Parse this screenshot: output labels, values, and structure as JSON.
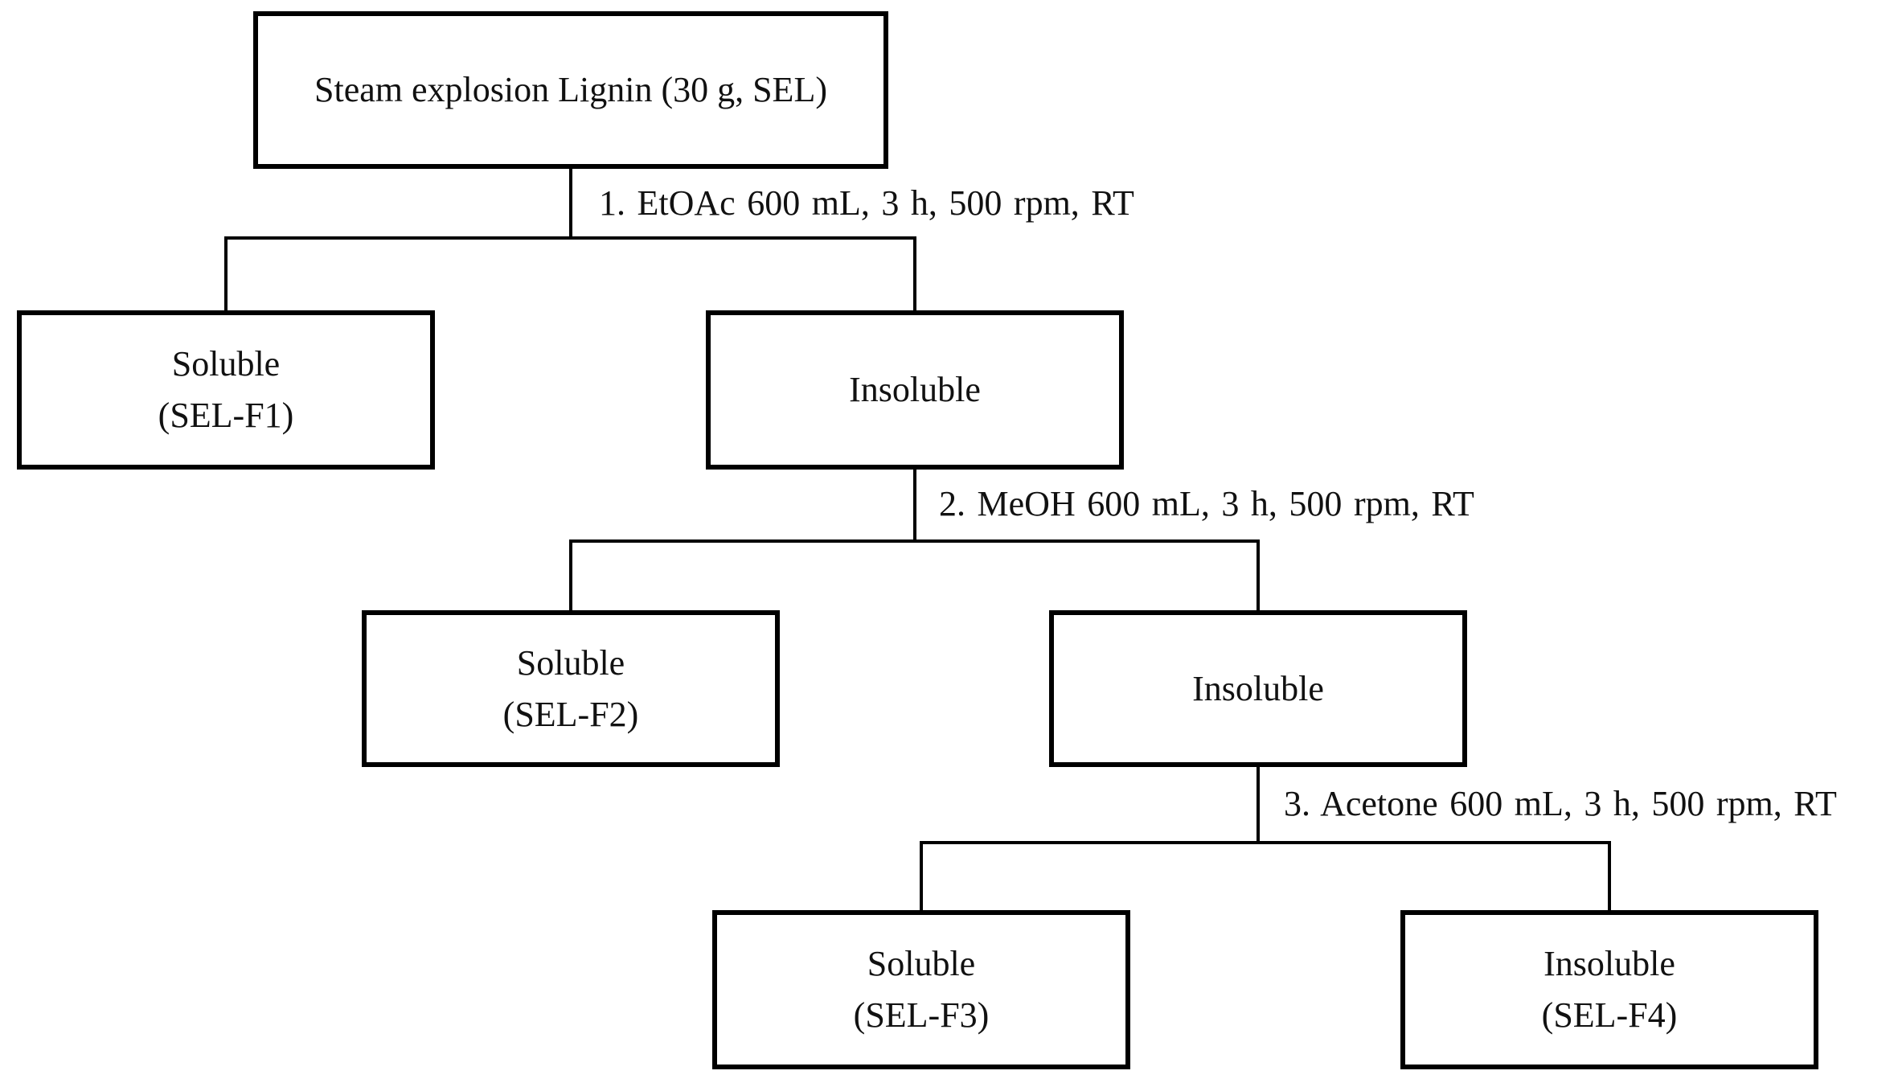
{
  "figure": {
    "colors": {
      "background": "#ffffff",
      "line": "#000000",
      "text": "#111111"
    },
    "root_label": "Steam explosion Lignin (30 g, SEL)",
    "stages": [
      {
        "step_label": "1. EtOAc 600 mL, 3 h, 500 rpm, RT",
        "soluble": {
          "lines": [
            "Soluble",
            "(SEL-F1)"
          ]
        },
        "insoluble": {
          "lines": [
            "Insoluble"
          ]
        }
      },
      {
        "step_label": "2. MeOH 600 mL, 3 h, 500 rpm, RT",
        "soluble": {
          "lines": [
            "Soluble",
            "(SEL-F2)"
          ]
        },
        "insoluble": {
          "lines": [
            "Insoluble"
          ]
        }
      },
      {
        "step_label": "3. Acetone 600 mL, 3 h, 500 rpm, RT",
        "soluble": {
          "lines": [
            "Soluble",
            "(SEL-F3)"
          ]
        },
        "insoluble": {
          "lines": [
            "Insoluble",
            "(SEL-F4)"
          ]
        }
      }
    ]
  }
}
